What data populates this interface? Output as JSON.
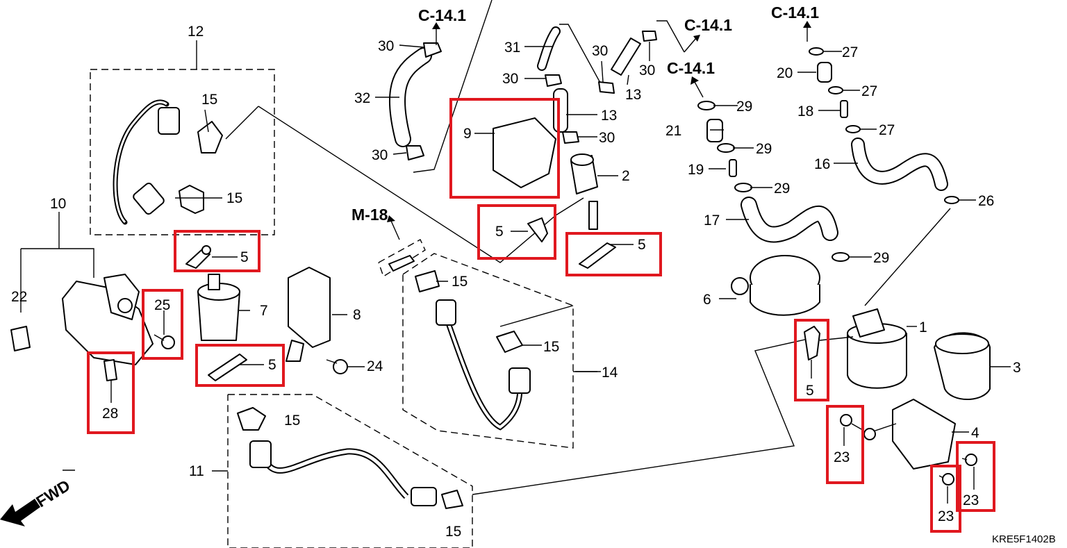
{
  "diagram": {
    "code": "KRE5F1402B",
    "direction": "FWD",
    "refs": {
      "c141": "C-14.1",
      "m18": "M-18"
    },
    "highlight_color": "#e0181f",
    "callouts": {
      "n1": "1",
      "n2": "2",
      "n3": "3",
      "n4": "4",
      "n6": "6",
      "n7": "7",
      "n8": "8",
      "n9": "9",
      "n10": "10",
      "n11": "11",
      "n12": "12",
      "n13": "13",
      "n14": "14",
      "n15": "15",
      "n16": "16",
      "n17": "17",
      "n18": "18",
      "n19": "19",
      "n20": "20",
      "n21": "21",
      "n22": "22",
      "n24": "24",
      "n26": "26",
      "n27": "27",
      "n29": "29",
      "n30": "30",
      "n31": "31",
      "n32": "32"
    },
    "highlighted": {
      "n5": "5",
      "n9": "9",
      "n23": "23",
      "n25": "25",
      "n28": "28"
    }
  }
}
